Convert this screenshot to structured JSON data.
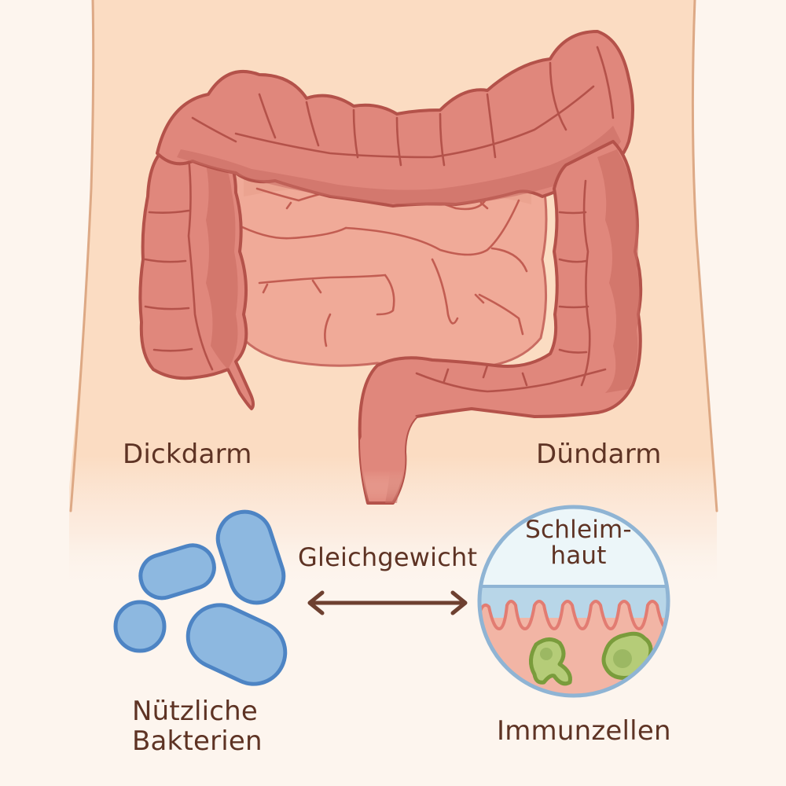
{
  "diagram": {
    "title_visible": false,
    "labels": {
      "large_intestine": "Dickdarm",
      "small_intestine": "Dündarm",
      "balance": "Gleichgewicht",
      "mucosa_line1": "Schleim-",
      "mucosa_line2": "haut",
      "bacteria_line1": "Nützliche",
      "bacteria_line2": "Bakterien",
      "immune_cells": "Immunzellen"
    },
    "elements": {
      "arrow": "double-headed-arrow",
      "bacteria_count": 4,
      "immune_cell_count": 2,
      "mucosa_inset": "circular-magnified-view"
    },
    "colors": {
      "background": "#fdf5ee",
      "torso_skin": "#fbdcc2",
      "torso_outline": "#d9a27c",
      "colon_fill": "#e0877c",
      "colon_shadow": "#c96c62",
      "colon_outline": "#b4524a",
      "small_intestine_fill": "#f0aa98",
      "bacteria_fill": "#8db8e0",
      "bacteria_outline": "#4d84c4",
      "mucus_layer": "#ecf6f9",
      "mucus_blue": "#b8d6e8",
      "tissue_pink": "#f2b5a5",
      "villi_line": "#e27c72",
      "immune_cell_fill": "#b5cc78",
      "immune_cell_outline": "#7a9c3c",
      "text": "#5e3324"
    }
  }
}
